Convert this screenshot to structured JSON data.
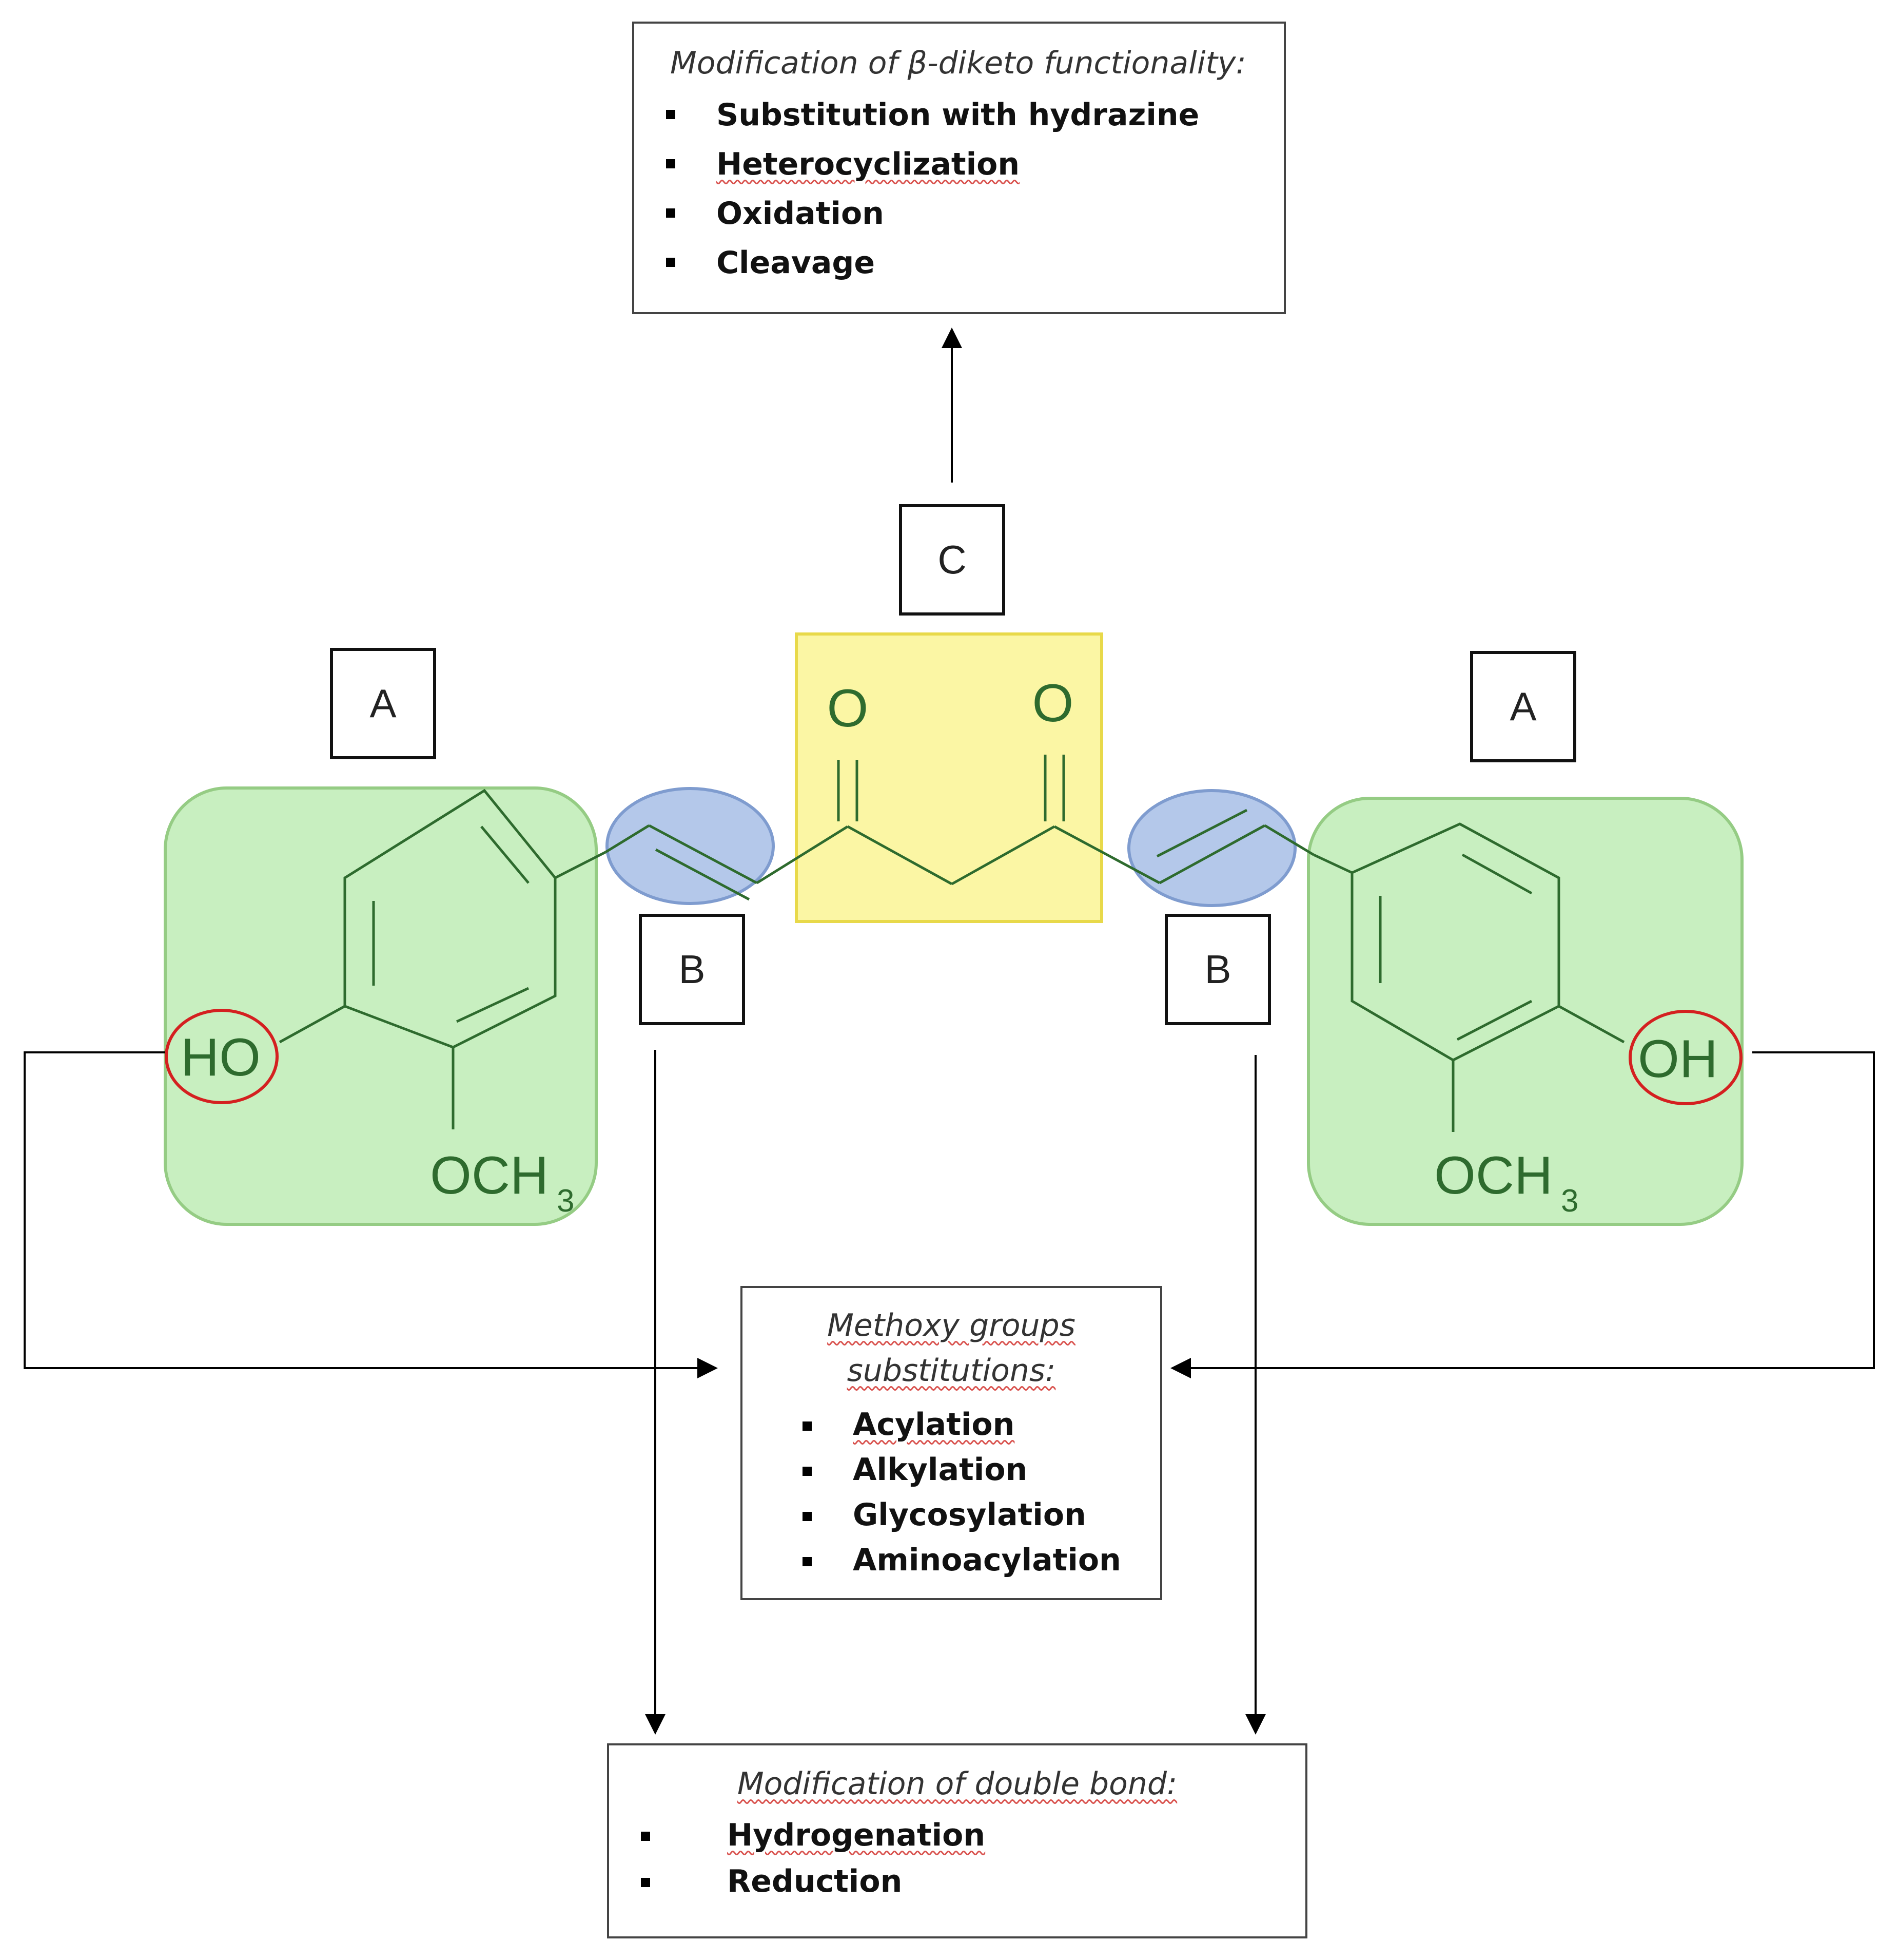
{
  "top_box": {
    "title": "Modification of β-diketo functionality:",
    "items": [
      "Substitution with hydrazine",
      "Heterocyclization",
      "Oxidation",
      "Cleavage"
    ]
  },
  "middle_box": {
    "title_line1": "Methoxy groups",
    "title_line2": "substitutions:",
    "items": [
      "Acylation",
      "Alkylation",
      "Glycosylation",
      "Aminoacylation"
    ]
  },
  "bottom_box": {
    "title": "Modification of double bond:",
    "items": [
      "Hydrogenation",
      "Reduction"
    ]
  },
  "labels": {
    "a": "A",
    "b": "B",
    "c": "C"
  },
  "molecule": {
    "left_hydroxyl": "HO",
    "right_hydroxyl": "OH",
    "methoxy": "OCH",
    "methoxy_subscript": "3",
    "ketone_oxygen": "O"
  },
  "colors": {
    "aryl_region": "#c8efc0",
    "aryl_border": "#95cc84",
    "alkene_region": "#b4c8ea",
    "alkene_border": "#7f9ccf",
    "diketo_region": "#fbf6a4",
    "diketo_border": "#e8d94a",
    "hydroxyl_circle": "#d42020",
    "bond": "#2e6b2e"
  }
}
